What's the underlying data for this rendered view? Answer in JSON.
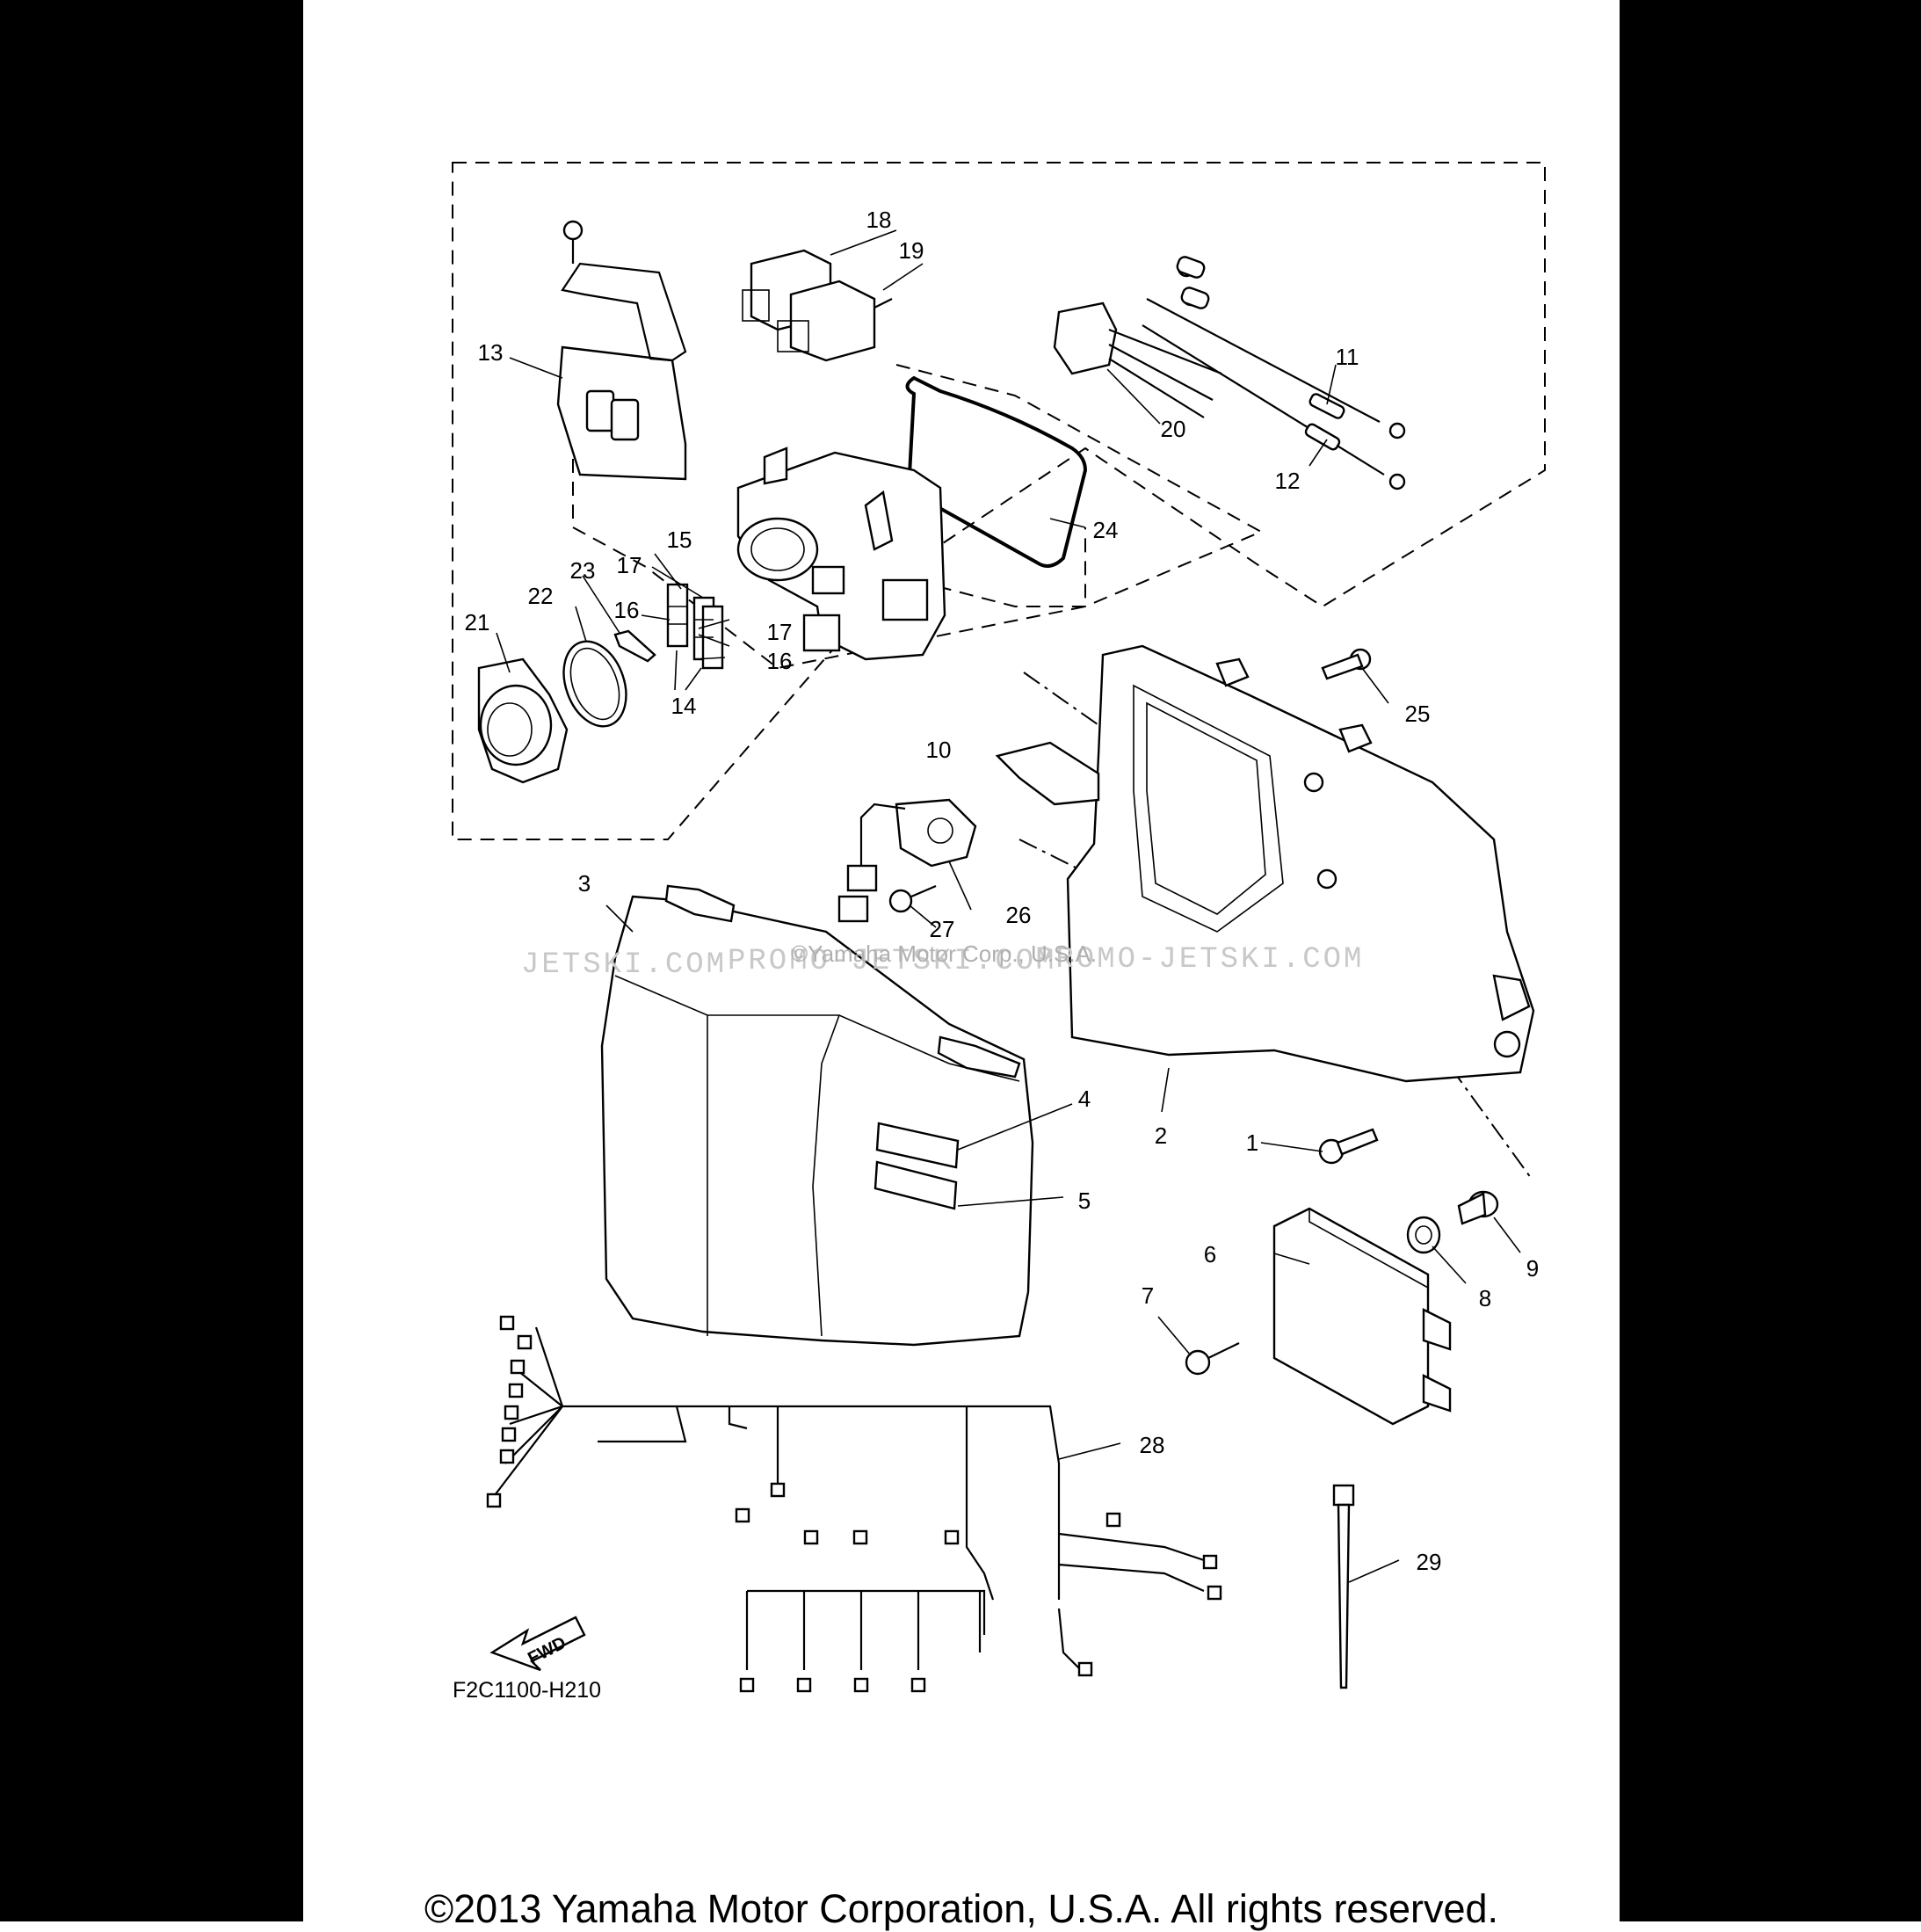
{
  "diagram": {
    "part_labels": [
      "1",
      "2",
      "3",
      "4",
      "5",
      "6",
      "7",
      "8",
      "9",
      "10",
      "11",
      "12",
      "13",
      "14",
      "15",
      "16",
      "16",
      "17",
      "17",
      "18",
      "19",
      "20",
      "21",
      "22",
      "23",
      "24",
      "25",
      "26",
      "27",
      "28",
      "29"
    ],
    "drawing_code": "F2C1100-H210",
    "fwd_label": "FWD",
    "watermarks": [
      "JETSKI.COM",
      "PROMO-JETSKI.COM",
      "PROMO-JETSKI.COM"
    ],
    "watermark_owner": "©Yamaha Motor Corp., U.S.A.",
    "copyright": "©2013 Yamaha Motor Corporation, U.S.A. All rights reserved."
  },
  "colors": {
    "background": "#000000",
    "sheet": "#ffffff",
    "ink": "#000000",
    "watermark": "#c8c8c8"
  }
}
